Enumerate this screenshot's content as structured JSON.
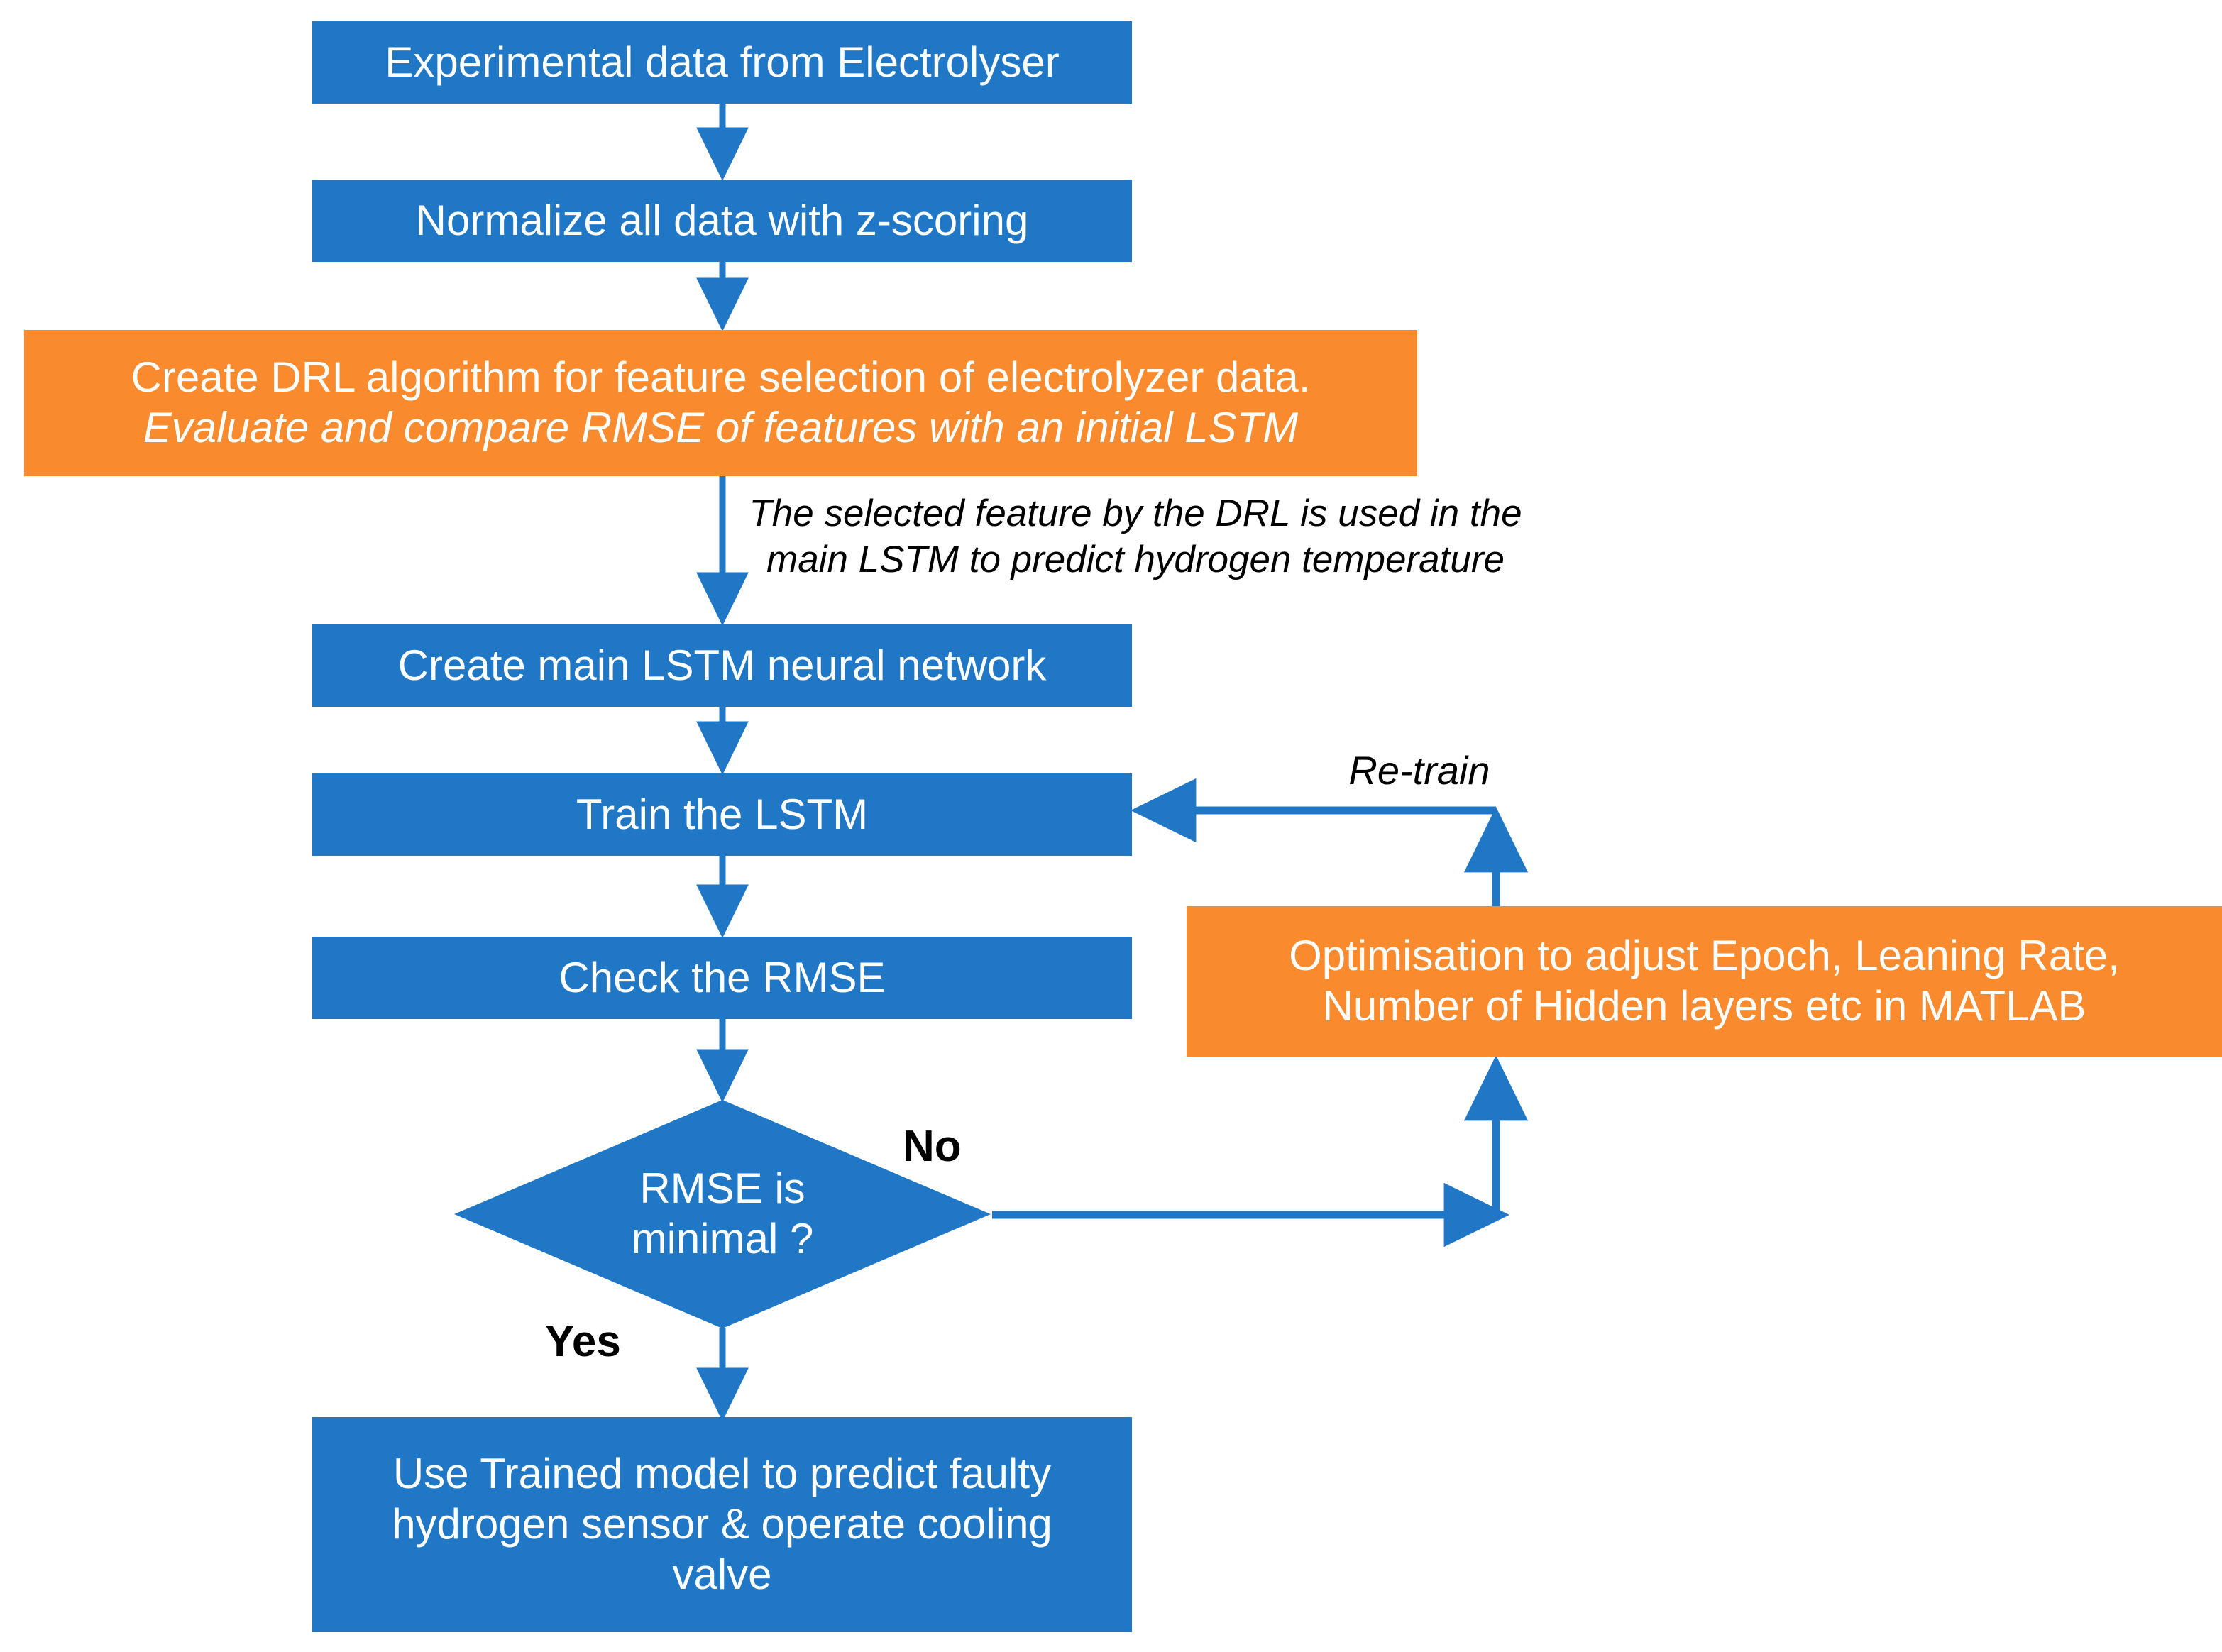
{
  "diagram": {
    "title": "DRL-LSTM electrolyser hydrogen temperature prediction flowchart",
    "colors": {
      "process_blue": "#1F77C6",
      "highlight_orange": "#F98B2E",
      "connector_blue": "#1F77C6",
      "label_black": "#000000",
      "node_text": "#FFFFFF",
      "background": "#FFFFFF"
    },
    "nodes": {
      "experimental_data": {
        "label": "Experimental data from Electrolyser",
        "shape": "rectangle",
        "fill": "blue"
      },
      "normalize": {
        "label": "Normalize all data with z-scoring",
        "shape": "rectangle",
        "fill": "blue"
      },
      "drl_feature_selection": {
        "line1": "Create DRL algorithm for feature selection of electrolyzer data.",
        "line2": "Evaluate and compare RMSE of features with an initial LSTM",
        "shape": "rectangle",
        "fill": "orange"
      },
      "create_lstm": {
        "label": "Create main LSTM neural network",
        "shape": "rectangle",
        "fill": "blue"
      },
      "train_lstm": {
        "label": "Train the LSTM",
        "shape": "rectangle",
        "fill": "blue"
      },
      "check_rmse": {
        "label": "Check the RMSE",
        "shape": "rectangle",
        "fill": "blue"
      },
      "rmse_decision": {
        "label": "RMSE is\nminimal ?",
        "shape": "diamond",
        "fill": "blue"
      },
      "optimisation": {
        "label": "Optimisation to adjust Epoch, Leaning Rate,\nNumber of Hidden layers etc in MATLAB",
        "shape": "rectangle",
        "fill": "orange"
      },
      "use_trained_model": {
        "label": "Use Trained model to predict faulty\nhydrogen sensor & operate cooling\nvalve",
        "shape": "rectangle",
        "fill": "blue"
      }
    },
    "edge_labels": {
      "selected_feature": "The selected feature by the DRL is used in the\nmain LSTM to predict hydrogen temperature",
      "re_train": "Re-train",
      "no": "No",
      "yes": "Yes"
    }
  }
}
